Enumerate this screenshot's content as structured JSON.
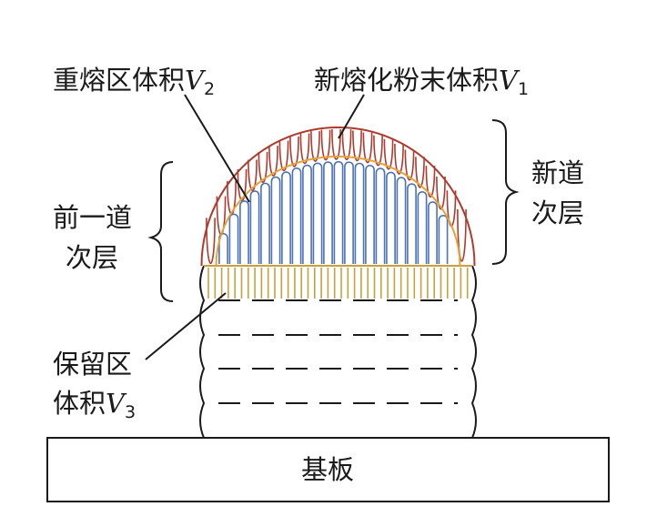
{
  "labels": {
    "remelt_zone": {
      "text": "重熔区体积",
      "var": "V",
      "sub": "2"
    },
    "new_powder": {
      "text": "新熔化粉末体积",
      "var": "V",
      "sub": "1"
    },
    "prev_layer_line1": "前一道",
    "prev_layer_line2": "次层",
    "new_layer_line1": "新道",
    "new_layer_line2": "次层",
    "retained_line1": "保留区",
    "retained_line2": {
      "text": "体积",
      "var": "V",
      "sub": "3"
    },
    "substrate": "基板"
  },
  "colors": {
    "outline": "#1a1a1a",
    "new_powder_loops": "#b03a2e",
    "remelt_loops": "#4a72b8",
    "boundary": "#e3a23a",
    "prev_layer_fill_lines": "#c8a040"
  }
}
